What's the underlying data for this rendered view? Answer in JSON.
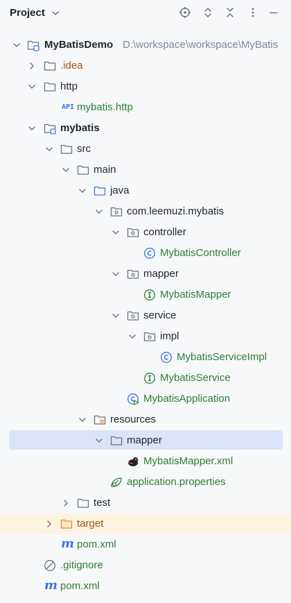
{
  "header": {
    "title": "Project"
  },
  "colors": {
    "green_text": "#2e7d32",
    "orange_text": "#a0521a",
    "excluded_bg": "#fdf3e1",
    "selected_bg": "#dbe3f7",
    "blue_icon": "#3574f0"
  },
  "tree": {
    "root": {
      "label": "MyBatisDemo",
      "path": "D:\\workspace\\workspace\\MyBatis"
    },
    "idea": {
      "label": ".idea"
    },
    "http": {
      "label": "http"
    },
    "http_file": {
      "badge": "API",
      "label": "mybatis.http"
    },
    "mybatis": {
      "label": "mybatis"
    },
    "src": {
      "label": "src"
    },
    "main": {
      "label": "main"
    },
    "java": {
      "label": "java"
    },
    "pkg": {
      "label": "com.leemuzi.mybatis"
    },
    "controller": {
      "label": "controller"
    },
    "mybatis_controller": {
      "label": "MybatisController"
    },
    "mapper_pkg": {
      "label": "mapper"
    },
    "mybatis_mapper": {
      "label": "MybatisMapper"
    },
    "service": {
      "label": "service"
    },
    "impl": {
      "label": "impl"
    },
    "service_impl": {
      "label": "MybatisServiceImpl"
    },
    "mybatis_service": {
      "label": "MybatisService"
    },
    "application": {
      "label": "MybatisApplication"
    },
    "resources": {
      "label": "resources"
    },
    "res_mapper": {
      "label": "mapper"
    },
    "mapper_xml": {
      "label": "MybatisMapper.xml"
    },
    "app_props": {
      "label": "application.properties"
    },
    "test": {
      "label": "test"
    },
    "target": {
      "label": "target"
    },
    "module_pom": {
      "label": "pom.xml"
    },
    "gitignore": {
      "label": ".gitignore"
    },
    "root_pom": {
      "label": "pom.xml"
    }
  }
}
